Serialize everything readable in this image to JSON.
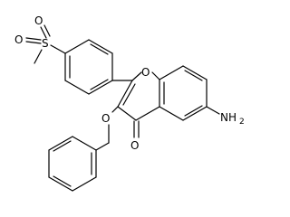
{
  "molecule": {
    "atoms": {
      "s_label": "S",
      "o_sulfonyl_top": "O",
      "o_sulfonyl_bottom": "O",
      "o_ring": "O",
      "o_ether": "O",
      "o_carbonyl": "O",
      "nh2_main": "NH",
      "nh2_sub": "2"
    }
  }
}
